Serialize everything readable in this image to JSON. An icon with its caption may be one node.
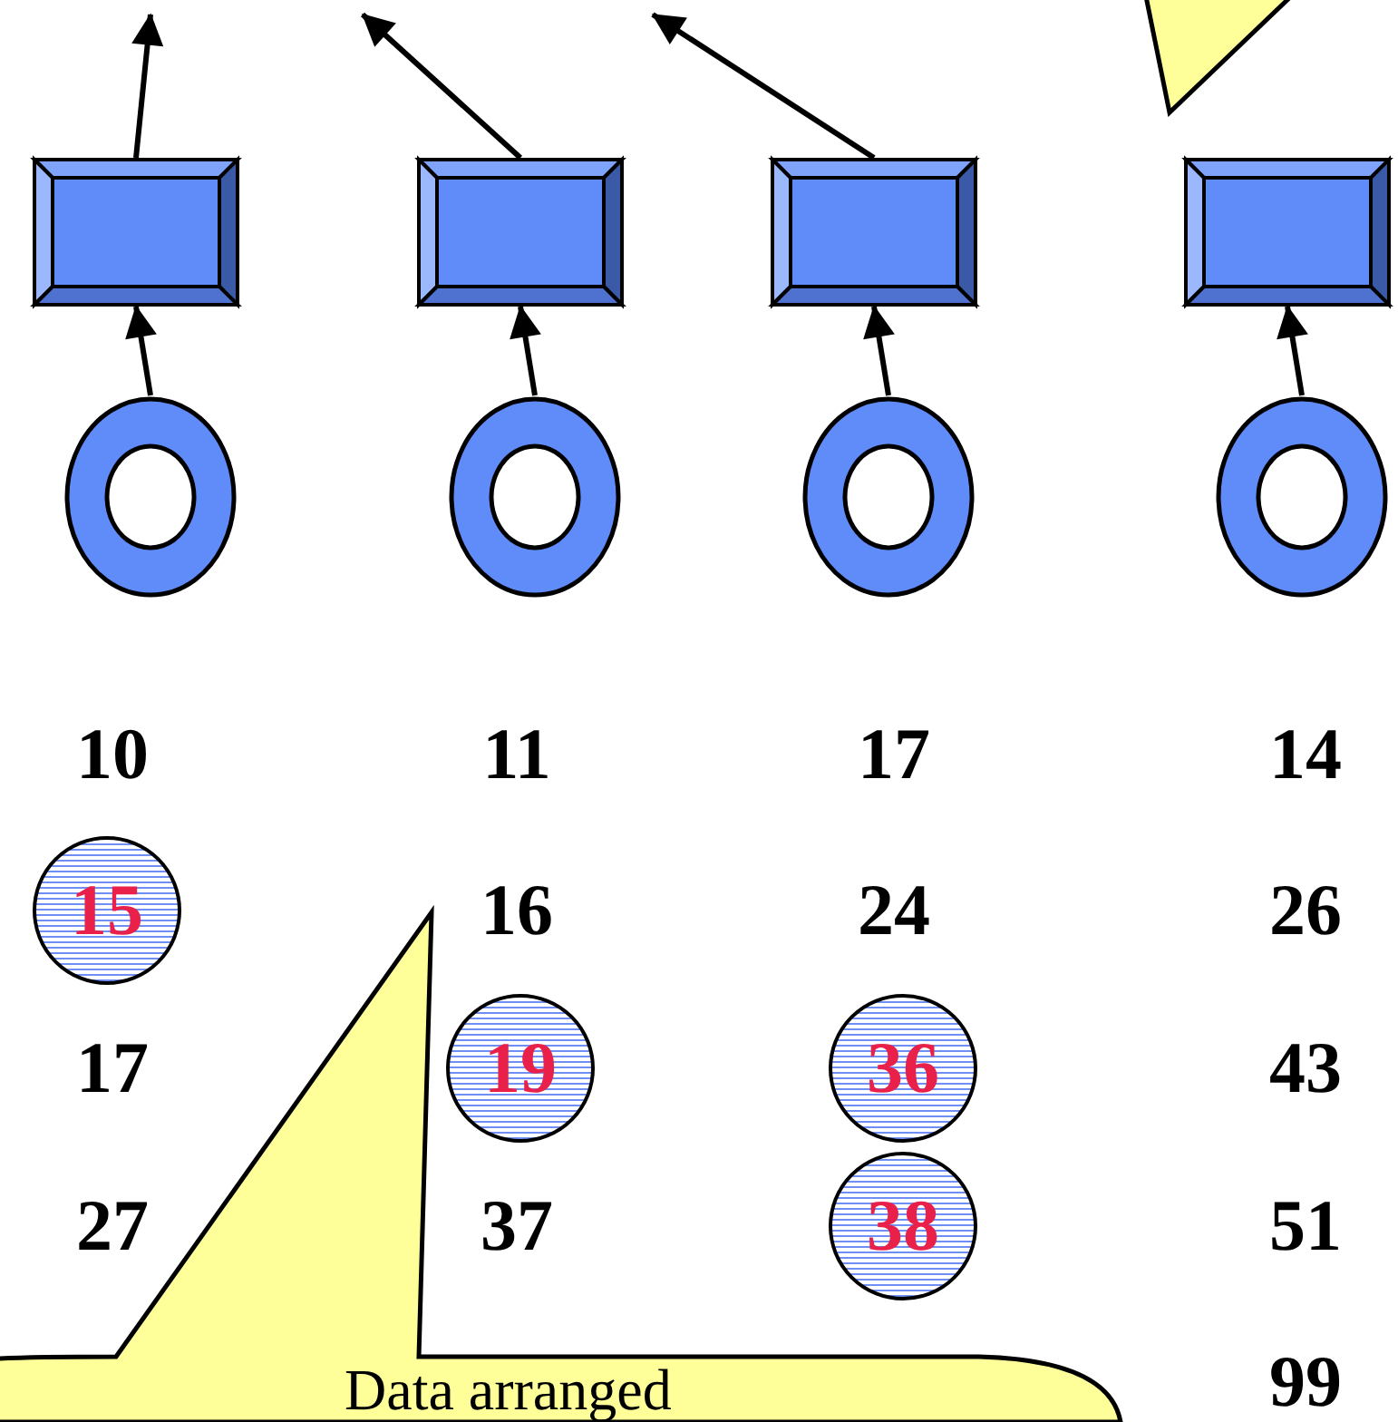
{
  "diagram": {
    "nodes": [
      {
        "text": [],
        "shape": "box"
      },
      {
        "text": [],
        "shape": "box"
      },
      {
        "text": [],
        "shape": "box"
      },
      {
        "text": [],
        "shape": "box"
      },
      {
        "text": [],
        "shape": "callout"
      },
      {
        "text": [],
        "shape": "ring"
      },
      {
        "text": [],
        "shape": "ring"
      },
      {
        "text": [],
        "shape": "ring"
      },
      {
        "text": [],
        "shape": "ring"
      },
      {
        "text": [
          "15"
        ]
      },
      {
        "text": [
          "19"
        ]
      },
      {
        "text": [
          "36"
        ]
      },
      {
        "text": [
          "38"
        ]
      },
      {
        "text": [
          "Data arranged"
        ]
      }
    ],
    "edges": [
      {
        "from": 0,
        "to": null,
        "arrow": "to"
      },
      {
        "from": 1,
        "to": null,
        "arrow": "to"
      },
      {
        "from": 2,
        "to": null,
        "arrow": "to"
      },
      {
        "from": 5,
        "to": 0,
        "arrow": "to"
      },
      {
        "from": 6,
        "to": 1,
        "arrow": "to"
      },
      {
        "from": 7,
        "to": 2,
        "arrow": "to"
      },
      {
        "from": 8,
        "to": 3,
        "arrow": "to"
      }
    ],
    "labels": [
      "10",
      "11",
      "17",
      "14",
      "16",
      "24",
      "26",
      "17",
      "43",
      "27",
      "37",
      "51",
      "99"
    ]
  }
}
